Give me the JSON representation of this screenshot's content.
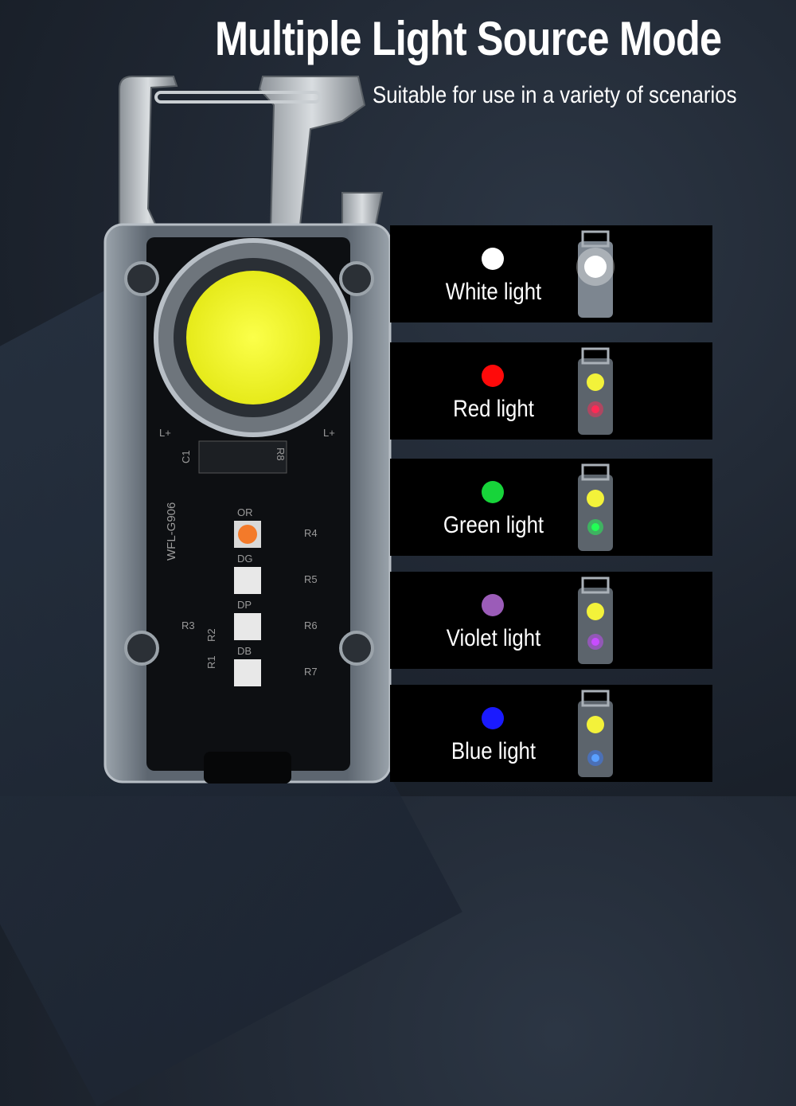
{
  "header": {
    "title": "Multiple Light Source Mode",
    "subtitle": "Suitable for use in a variety of scenarios"
  },
  "device": {
    "board_marking": "WFL-G906",
    "led_labels": [
      "OR",
      "DG",
      "DP",
      "DB"
    ],
    "resistor_labels": [
      "R4",
      "R5",
      "R6",
      "R7",
      "R3",
      "R2",
      "R1",
      "R8"
    ],
    "misc_labels": [
      "C1",
      "L+",
      "L+"
    ]
  },
  "modes": [
    {
      "label": "White light",
      "color": "#ffffff"
    },
    {
      "label": "Red light",
      "color": "#ff0a0a"
    },
    {
      "label": "Green light",
      "color": "#17d43a"
    },
    {
      "label": "Violet light",
      "color": "#9b5cb8"
    },
    {
      "label": "Blue light",
      "color": "#1a1aff"
    }
  ]
}
